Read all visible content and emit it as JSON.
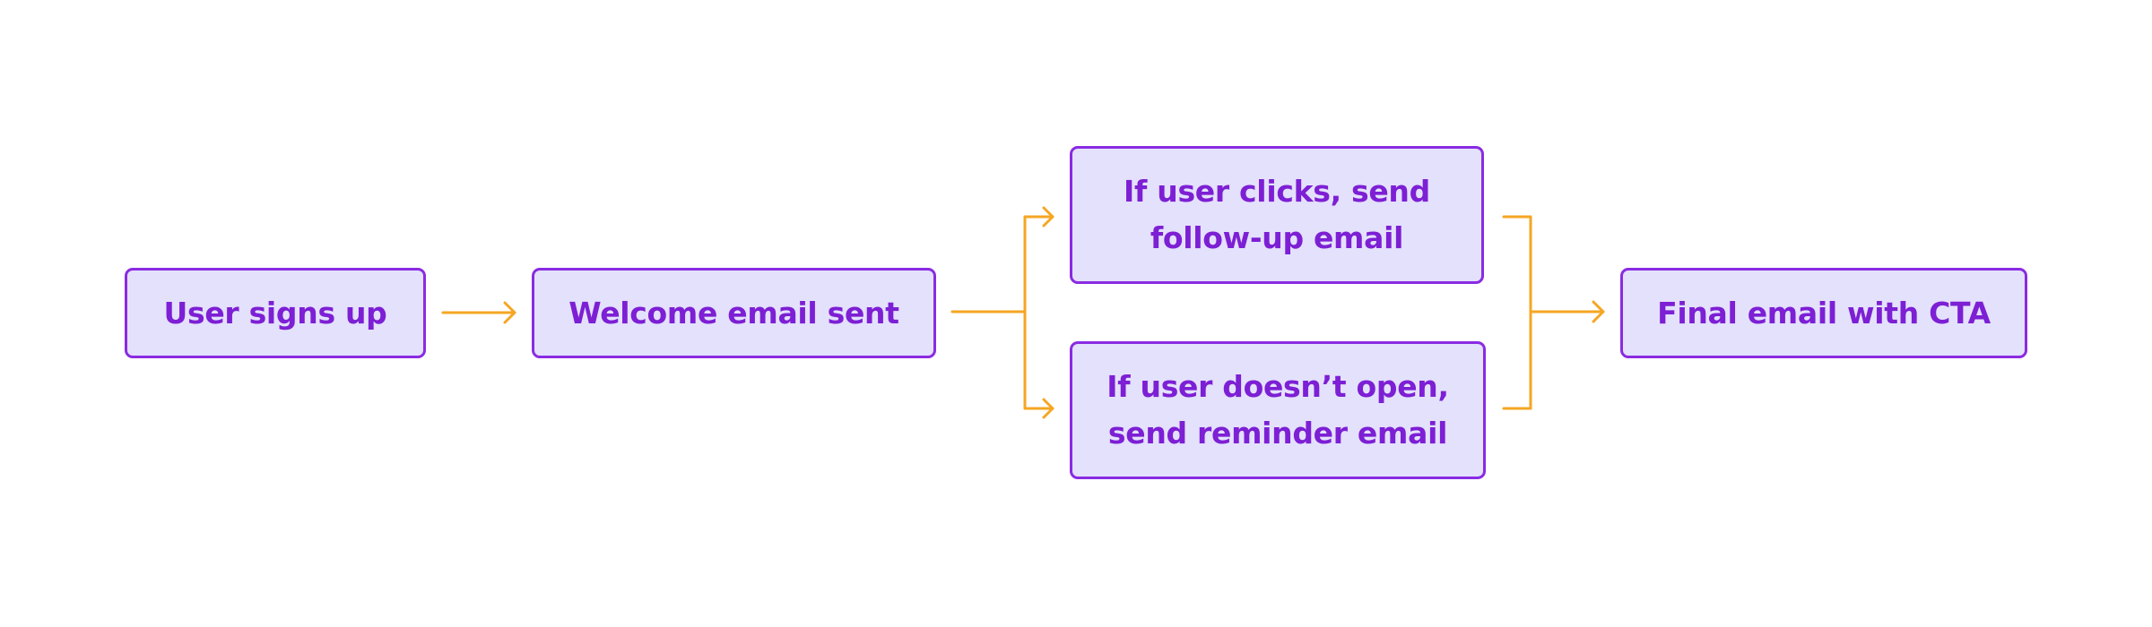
{
  "diagram": {
    "nodes": {
      "n1": {
        "line1": "User signs up",
        "line2": ""
      },
      "n2": {
        "line1": "Welcome email sent",
        "line2": ""
      },
      "n3": {
        "line1": "If user clicks, send",
        "line2": "follow-up email"
      },
      "n4": {
        "line1": "If user doesn’t open,",
        "line2": "send reminder email"
      },
      "n5": {
        "line1": "Final email with CTA",
        "line2": ""
      }
    },
    "edges": [
      {
        "from": "n1",
        "to": "n2"
      },
      {
        "from": "n2",
        "to": "n3"
      },
      {
        "from": "n2",
        "to": "n4"
      },
      {
        "from": "n3",
        "to": "n5"
      },
      {
        "from": "n4",
        "to": "n5"
      }
    ],
    "colors": {
      "node_fill": "#e3e1fc",
      "node_border": "#8a2be2",
      "node_text": "#7d1fd4",
      "connector": "#f5a623"
    }
  }
}
